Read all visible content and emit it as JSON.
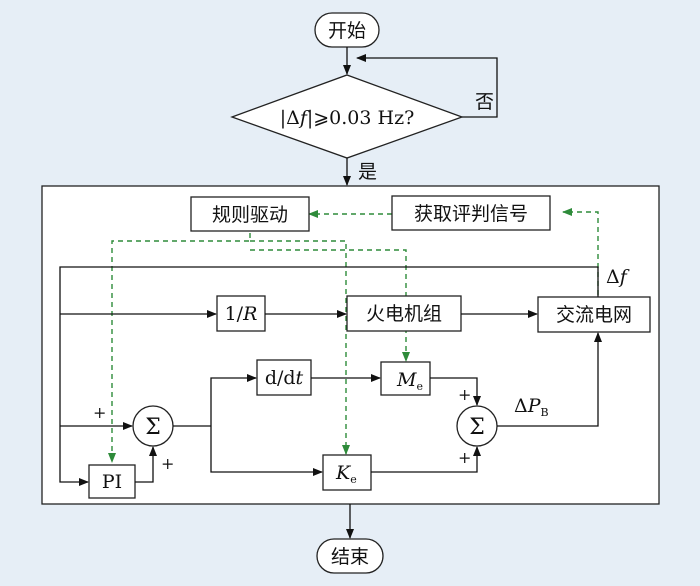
{
  "flow": {
    "start": "开始",
    "end": "结束",
    "decision": {
      "prefix": "|Δ",
      "var": "f",
      "suffix": "|⩾0.03 Hz?"
    },
    "no": "否",
    "yes": "是"
  },
  "blocks": {
    "rule_drive": "规则驱动",
    "get_signal": "获取评判信号",
    "inv_r": {
      "prefix": "1/",
      "var": "R"
    },
    "thermal_unit": "火电机组",
    "ac_grid": "交流电网",
    "ddt": {
      "prefix": "d/d",
      "var": "t"
    },
    "me": {
      "main": "M",
      "sub": "e"
    },
    "ke": {
      "main": "K",
      "sub": "e"
    },
    "pi": "PI",
    "sum": "Σ"
  },
  "labels": {
    "delta_f": {
      "prefix": "Δ",
      "var": "f"
    },
    "delta_pb": {
      "prefix": "Δ",
      "main": "P",
      "sub": "B"
    },
    "plus": "+"
  },
  "colors": {
    "background": "#e6eef6",
    "signal_line": "#111111",
    "control_dashed": "#2e8b3a"
  }
}
